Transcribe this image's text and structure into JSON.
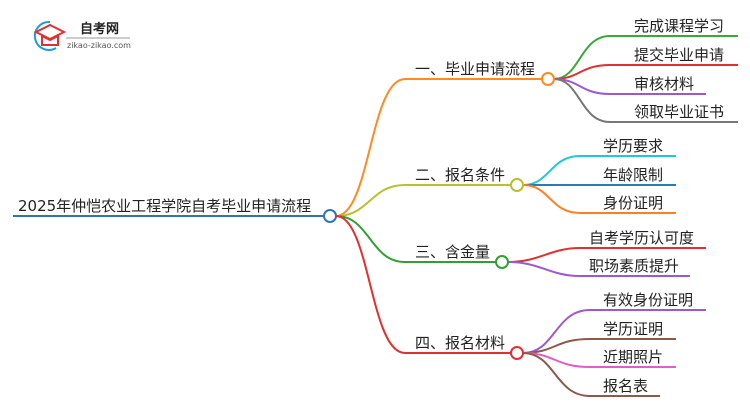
{
  "logo": {
    "name": "自考网",
    "domain": "zikao-zikao.com"
  },
  "root": {
    "label": "2025年仲恺农业工程学院自考毕业申请流程",
    "color": "#2e75b6"
  },
  "branches": [
    {
      "label": "一、毕业申请流程",
      "color": "#ff8a20",
      "children": [
        {
          "label": "完成课程学习",
          "color": "#3aa83a"
        },
        {
          "label": "提交毕业申请",
          "color": "#e03030"
        },
        {
          "label": "审核材料",
          "color": "#9b59d0"
        },
        {
          "label": "领取毕业证书",
          "color": "#777777"
        }
      ]
    },
    {
      "label": "二、报名条件",
      "color": "#b8c030",
      "children": [
        {
          "label": "学历要求",
          "color": "#1ec8d8"
        },
        {
          "label": "年龄限制",
          "color": "#2a7ab8"
        },
        {
          "label": "身份证明",
          "color": "#ff8020"
        }
      ]
    },
    {
      "label": "三、含金量",
      "color": "#30a030",
      "children": [
        {
          "label": "自考学历认可度",
          "color": "#e03030"
        },
        {
          "label": "职场素质提升",
          "color": "#9b59d0"
        }
      ]
    },
    {
      "label": "四、报名材料",
      "color": "#e03030",
      "children": [
        {
          "label": "有效身份证明",
          "color": "#9b59d0"
        },
        {
          "label": "学历证明",
          "color": "#8b5a4a"
        },
        {
          "label": "近期照片",
          "color": "#e060c0"
        },
        {
          "label": "报名表",
          "color": "#8b5a4a"
        }
      ]
    }
  ]
}
